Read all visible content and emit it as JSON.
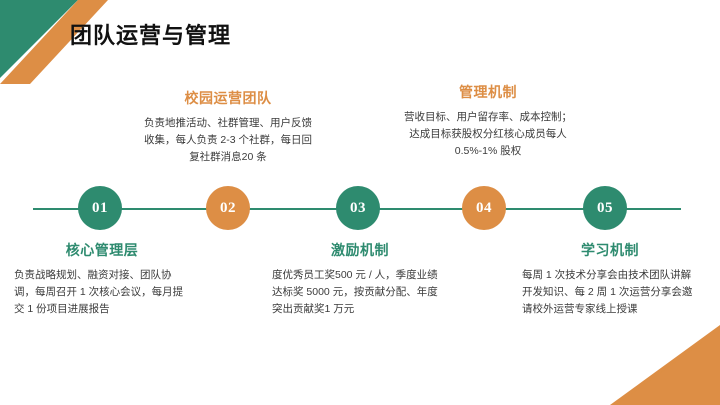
{
  "slide": {
    "title": "团队运营与管理",
    "colors": {
      "green": "#2E8B6F",
      "orange": "#DD8E45",
      "title_text": "#111111",
      "body_text": "#3b3b3b",
      "background": "#ffffff"
    }
  },
  "timeline": {
    "nodes": [
      {
        "number": "01",
        "color": "green"
      },
      {
        "number": "02",
        "color": "orange"
      },
      {
        "number": "03",
        "color": "green"
      },
      {
        "number": "04",
        "color": "orange"
      },
      {
        "number": "05",
        "color": "green"
      }
    ]
  },
  "blocks": [
    {
      "position": "below",
      "node": "01",
      "heading": "核心管理层",
      "heading_color": "green",
      "body": "负责战略规划、融资对接、团队协调，每周召开 1 次核心会议，每月提交 1 份项目进展报告"
    },
    {
      "position": "above",
      "node": "02",
      "heading": "校园运营团队",
      "heading_color": "orange",
      "body": "负责地推活动、社群管理、用户反馈收集，每人负责 2-3 个社群，每日回复社群消息20 条"
    },
    {
      "position": "below",
      "node": "03",
      "heading": "激励机制",
      "heading_color": "green",
      "body": "度优秀员工奖500 元 / 人，季度业绩达标奖 5000 元，按贡献分配、年度突出贡献奖1 万元"
    },
    {
      "position": "above",
      "node": "04",
      "heading": "管理机制",
      "heading_color": "orange",
      "body": "营收目标、用户留存率、成本控制；达成目标获股权分红核心成员每人 0.5%-1% 股权"
    },
    {
      "position": "below",
      "node": "05",
      "heading": "学习机制",
      "heading_color": "green",
      "body": "每周 1 次技术分享会由技术团队讲解开发知识、每 2 周 1 次运营分享会邀请校外运营专家线上授课"
    }
  ]
}
